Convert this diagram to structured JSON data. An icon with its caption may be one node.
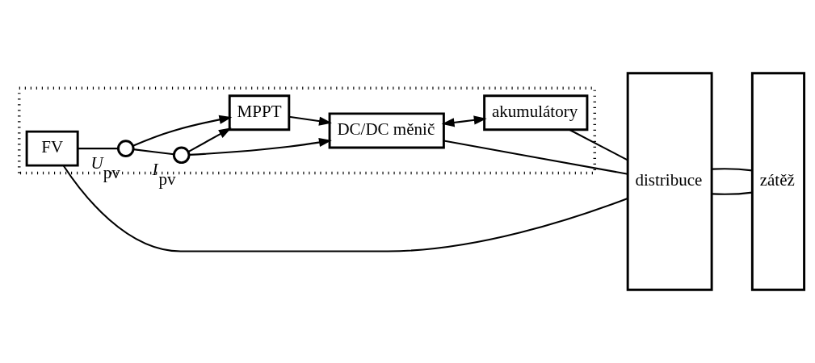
{
  "diagram": {
    "nodes": [
      {
        "text": [],
        "shape": "box"
      },
      {
        "text": [
          "FV"
        ],
        "in": 0
      },
      {
        "text": [],
        "shape": "circle",
        "beside": [
          "*U*$_{pv}$"
        ],
        "in": 0
      },
      {
        "text": [],
        "shape": "circle",
        "beside": [
          "*I*$_{pv}$"
        ],
        "in": 0
      },
      {
        "text": [
          "DC/DC měnič"
        ],
        "in": 0
      },
      {
        "text": [
          "MPPT"
        ],
        "in": 0
      },
      {
        "text": [
          "akumulátory"
        ],
        "in": 0
      },
      {
        "text": [
          "distribuce"
        ]
      },
      {
        "text": [
          "zátěž"
        ]
      }
    ],
    "edges": [
      {
        "from": 1,
        "to": 2,
        "arrow": "none"
      },
      {
        "from": 2,
        "to": 3,
        "arrow": "none"
      },
      {
        "from": 3,
        "to": 4,
        "arrow": "to"
      },
      {
        "from": 2,
        "to": 5,
        "arrow": "to"
      },
      {
        "from": 3,
        "to": 5,
        "arrow": "to"
      },
      {
        "from": 5,
        "to": 4,
        "arrow": "to"
      },
      {
        "from": 4,
        "to": 7,
        "arrow": "none"
      },
      {
        "from": 4,
        "to": 6,
        "arrow": "both"
      },
      {
        "from": 6,
        "to": 7,
        "arrow": "none"
      },
      {
        "from": 1,
        "to": 7,
        "arrow": "none"
      },
      {
        "from": 7,
        "to": 8,
        "arrow": "none"
      },
      {
        "from": 7,
        "to": 8,
        "arrow": "none"
      }
    ]
  }
}
